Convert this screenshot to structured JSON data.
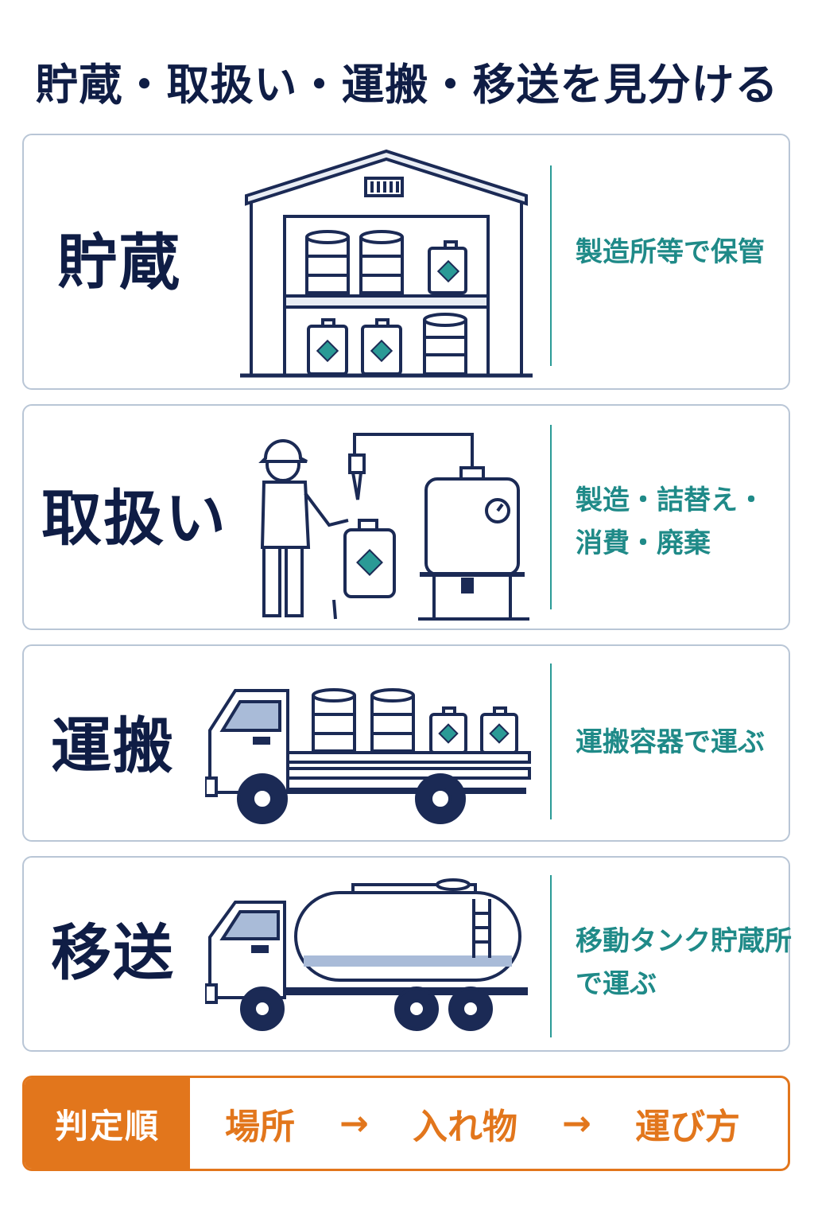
{
  "title": "貯蔵・取扱い・運搬・移送を見分ける",
  "cards": [
    {
      "label": "貯蔵",
      "desc": [
        "製造所等で保管"
      ]
    },
    {
      "label": "取扱い",
      "desc": [
        "製造・詰替え・",
        "消費・廃棄"
      ]
    },
    {
      "label": "運搬",
      "desc": [
        "運搬容器で運ぶ"
      ]
    },
    {
      "label": "移送",
      "desc": [
        "移動タンク貯蔵所",
        "で運ぶ"
      ]
    }
  ],
  "flow": {
    "label": "判定順",
    "steps": [
      "場所",
      "入れ物",
      "運び方"
    ],
    "arrow": "→"
  },
  "colors": {
    "navy": "#0f1d45",
    "teal": "#1f8a88",
    "orange": "#e2761c",
    "border": "#b9c6d6"
  },
  "icons": [
    "warehouse-icon",
    "worker-filling-icon",
    "flatbed-truck-icon",
    "tank-truck-icon"
  ]
}
